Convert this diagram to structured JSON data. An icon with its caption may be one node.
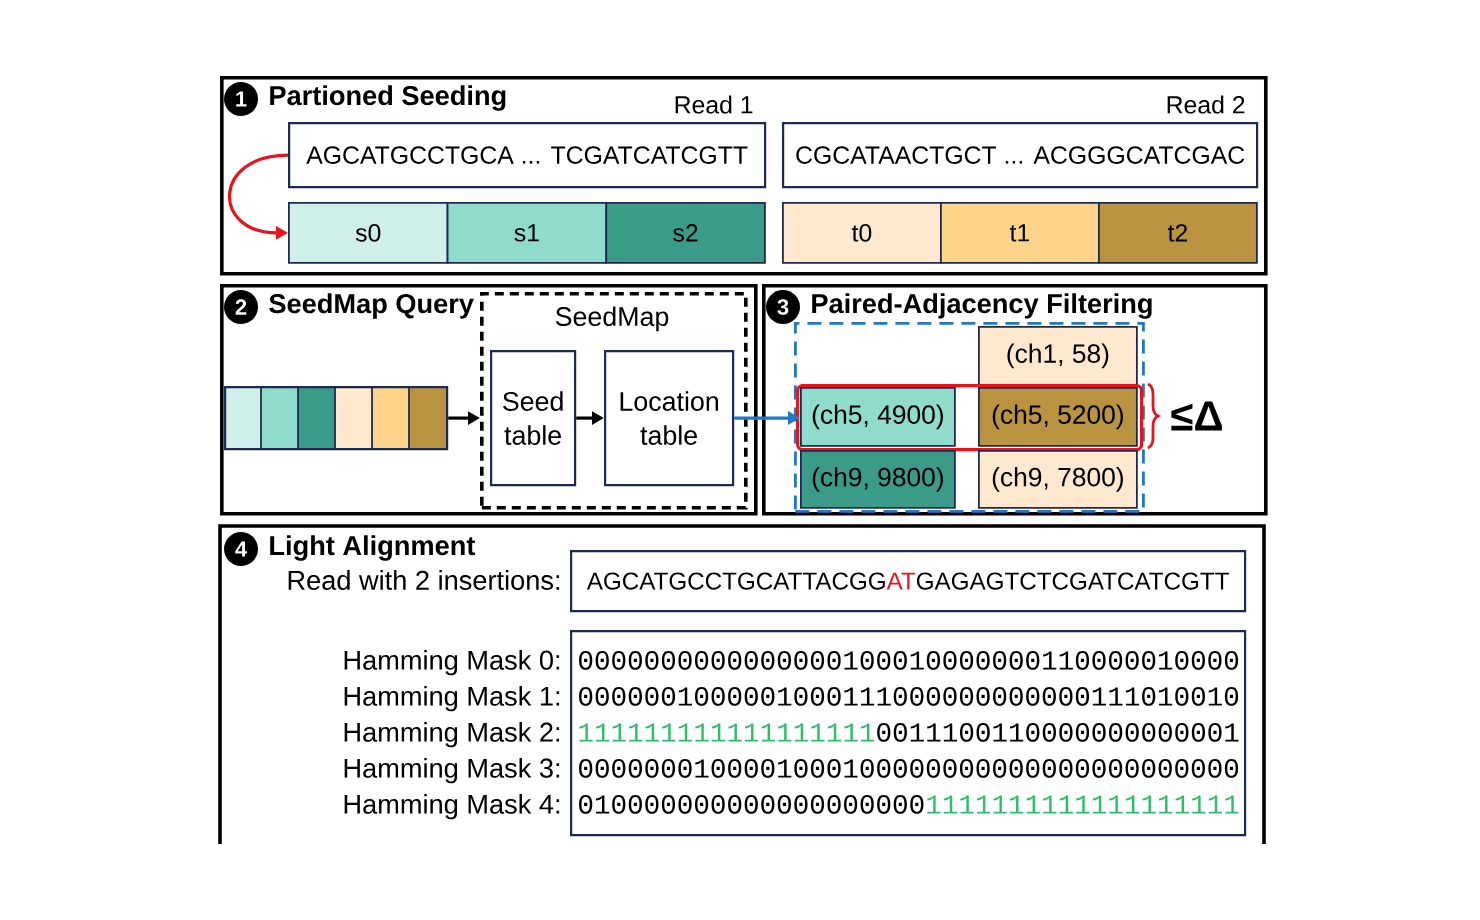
{
  "diagram": {
    "nodes": [
      {
        "text": [
          "Partioned Seeding"
        ]
      },
      {
        "text": [
          "1"
        ],
        "in": 0
      },
      {
        "text": [
          "Read 1",
          "AGCATGCCTGCA ... TCGATCATCGTT"
        ],
        "in": 0
      },
      {
        "text": [
          "Read 2",
          "CGCATAACTGCT ... ACGGGCATCGAC"
        ],
        "in": 0
      },
      {
        "text": [
          "s0"
        ],
        "in": 0
      },
      {
        "text": [
          "s1"
        ],
        "in": 0
      },
      {
        "text": [
          "s2"
        ],
        "in": 0
      },
      {
        "text": [
          "t0"
        ],
        "in": 0
      },
      {
        "text": [
          "t1"
        ],
        "in": 0
      },
      {
        "text": [
          "t2"
        ],
        "in": 0
      },
      {
        "text": [
          "SeedMap Query"
        ]
      },
      {
        "text": [
          "2"
        ],
        "in": 10
      },
      {
        "text": [],
        "shape": "bar",
        "in": 10
      },
      {
        "text": [
          "SeedMap"
        ],
        "in": 10
      },
      {
        "text": [
          "Seed table"
        ],
        "in": 13
      },
      {
        "text": [
          "Location table"
        ],
        "in": 13
      },
      {
        "text": [
          "Paired-Adjacency Filtering"
        ]
      },
      {
        "text": [
          "3"
        ],
        "in": 16
      },
      {
        "text": [],
        "shape": "box",
        "in": 16
      },
      {
        "text": [
          "(ch1, 58)"
        ],
        "in": 18
      },
      {
        "text": [],
        "shape": "box",
        "in": 18,
        "beside": [
          "≤Δ"
        ]
      },
      {
        "text": [
          "(ch5, 4900)"
        ],
        "in": 20
      },
      {
        "text": [
          "(ch5, 5200)"
        ],
        "in": 20
      },
      {
        "text": [
          "(ch9, 9800)"
        ],
        "in": 18
      },
      {
        "text": [
          "(ch9, 7800)"
        ],
        "in": 18
      },
      {
        "text": [
          "Light Alignment"
        ]
      },
      {
        "text": [
          "4"
        ],
        "in": 25
      },
      {
        "text": [
          "Read with 2 insertions:",
          "AGCATGCCTGCATTACGG**AT**GAGAGTCTCGATCATCGTT"
        ],
        "in": 25
      },
      {
        "text": [
          "0000000000000000100010000000110000010000",
          "0000001000001000111000000000000111010010",
          "**111111111111111111**0011100110000000000001",
          "0000000100001000100000000000000000000000",
          "010000000000000000000**1111111111111111111**"
        ],
        "in": 25,
        "beside": [
          "Hamming Mask 0:",
          "Hamming Mask 1:",
          "Hamming Mask 2:",
          "Hamming Mask 3:",
          "Hamming Mask 4:"
        ]
      }
    ],
    "edges": [
      {
        "from": 2,
        "to": 4,
        "arrow": "to",
        "color": "#e8141c"
      },
      {
        "from": 12,
        "to": 13,
        "arrow": "to"
      },
      {
        "from": 14,
        "to": 15,
        "arrow": "to"
      },
      {
        "from": 15,
        "to": 21,
        "arrow": "to",
        "color": "#1f78c8"
      }
    ]
  }
}
